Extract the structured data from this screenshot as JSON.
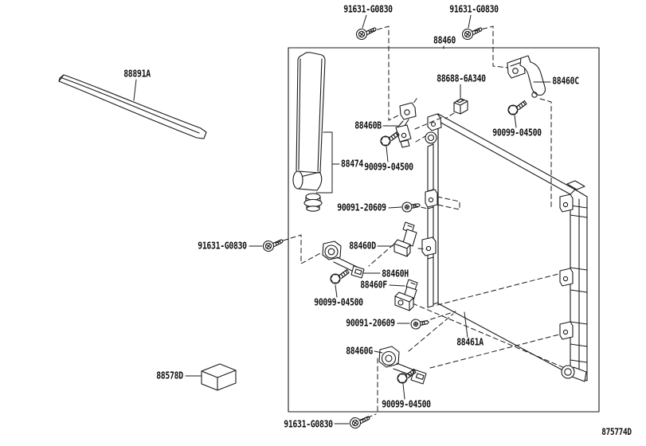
{
  "diagram": {
    "type": "parts-diagram",
    "figure_code": "875774D",
    "colors": {
      "line": "#1a1a1a",
      "background": "#ffffff"
    }
  },
  "parts": [
    {
      "name": "screw-top-left",
      "number": "91631-G0830"
    },
    {
      "name": "screw-top-right",
      "number": "91631-G0830"
    },
    {
      "name": "condenser-assembly",
      "number": "88460"
    },
    {
      "name": "seal-strip",
      "number": "88891A"
    },
    {
      "name": "clip",
      "number": "88688-6A340"
    },
    {
      "name": "bracket-c",
      "number": "88460C"
    },
    {
      "name": "bolt-top-right",
      "number": "90099-04500"
    },
    {
      "name": "bracket-b",
      "number": "88460B"
    },
    {
      "name": "receiver-drier",
      "number": "88474"
    },
    {
      "name": "bolt-middle",
      "number": "90099-04500"
    },
    {
      "name": "screw-middle-1",
      "number": "90091-20609"
    },
    {
      "name": "screw-left",
      "number": "91631-G0830"
    },
    {
      "name": "bracket-d",
      "number": "88460D"
    },
    {
      "name": "bracket-h",
      "number": "88460H"
    },
    {
      "name": "bracket-f",
      "number": "88460F"
    },
    {
      "name": "bolt-left",
      "number": "90099-04500"
    },
    {
      "name": "screw-middle-2",
      "number": "90091-20609"
    },
    {
      "name": "condenser-core",
      "number": "88461A"
    },
    {
      "name": "bracket-g",
      "number": "88460G"
    },
    {
      "name": "bolt-bottom",
      "number": "90099-04500"
    },
    {
      "name": "packing-block",
      "number": "88578D"
    },
    {
      "name": "screw-bottom",
      "number": "91631-G0830"
    }
  ],
  "figure_code": "875774D"
}
